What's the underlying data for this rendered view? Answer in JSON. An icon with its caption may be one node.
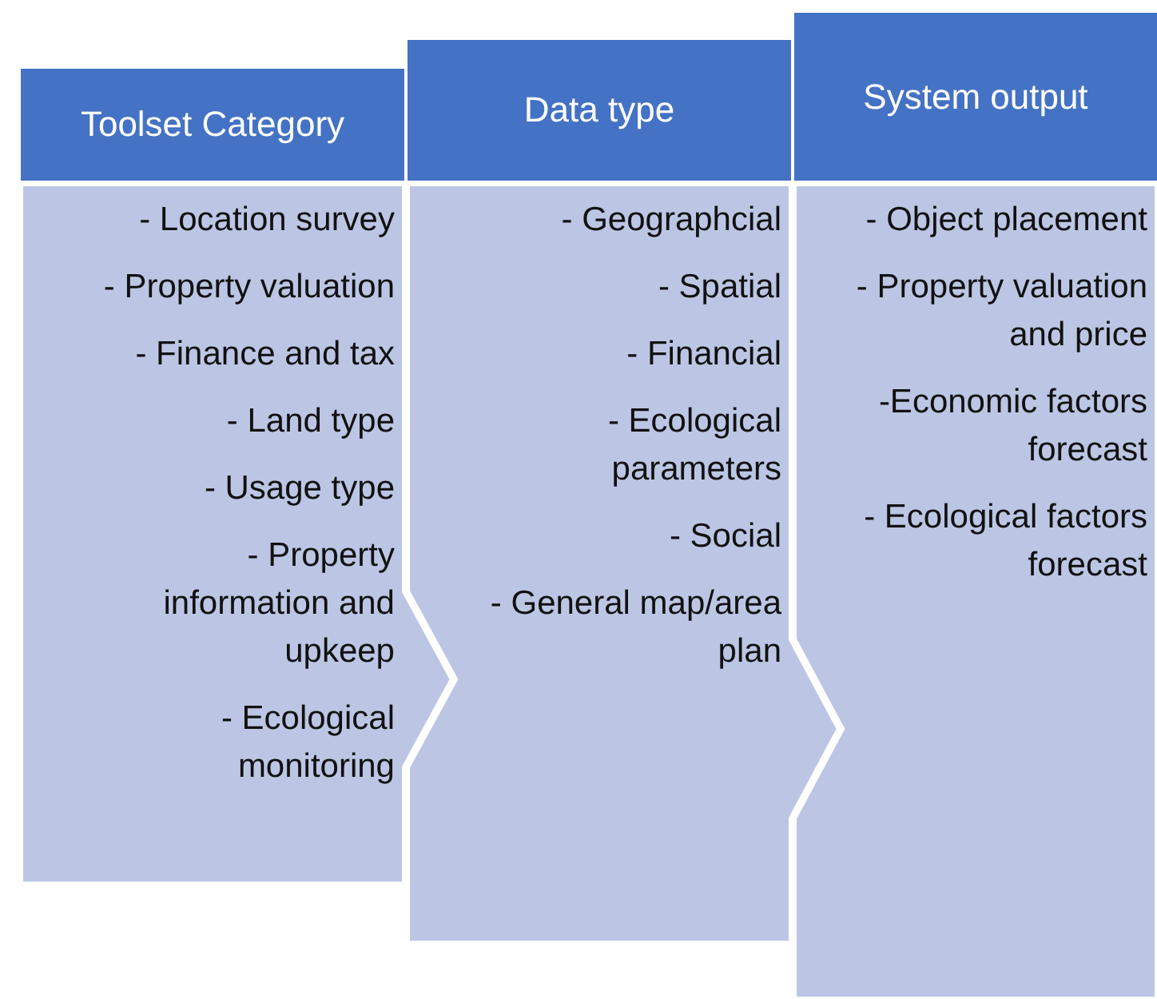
{
  "diagram": {
    "nodes": [
      {
        "text": [
          "Toolset Category",
          "- Location survey",
          "- Property valuation",
          "- Finance and tax",
          "- Land type",
          "- Usage type",
          "- Property information and upkeep",
          "- Ecological monitoring"
        ]
      },
      {
        "text": [
          "Data type",
          "- Geographcial",
          "- Spatial",
          "- Financial",
          "- Ecological parameters",
          "- Social",
          "- General map/area plan"
        ]
      },
      {
        "text": [
          "System output",
          "- Object placement",
          "- Property valuation and price",
          "-Economic factors forecast",
          "- Ecological factors forecast"
        ]
      }
    ]
  }
}
